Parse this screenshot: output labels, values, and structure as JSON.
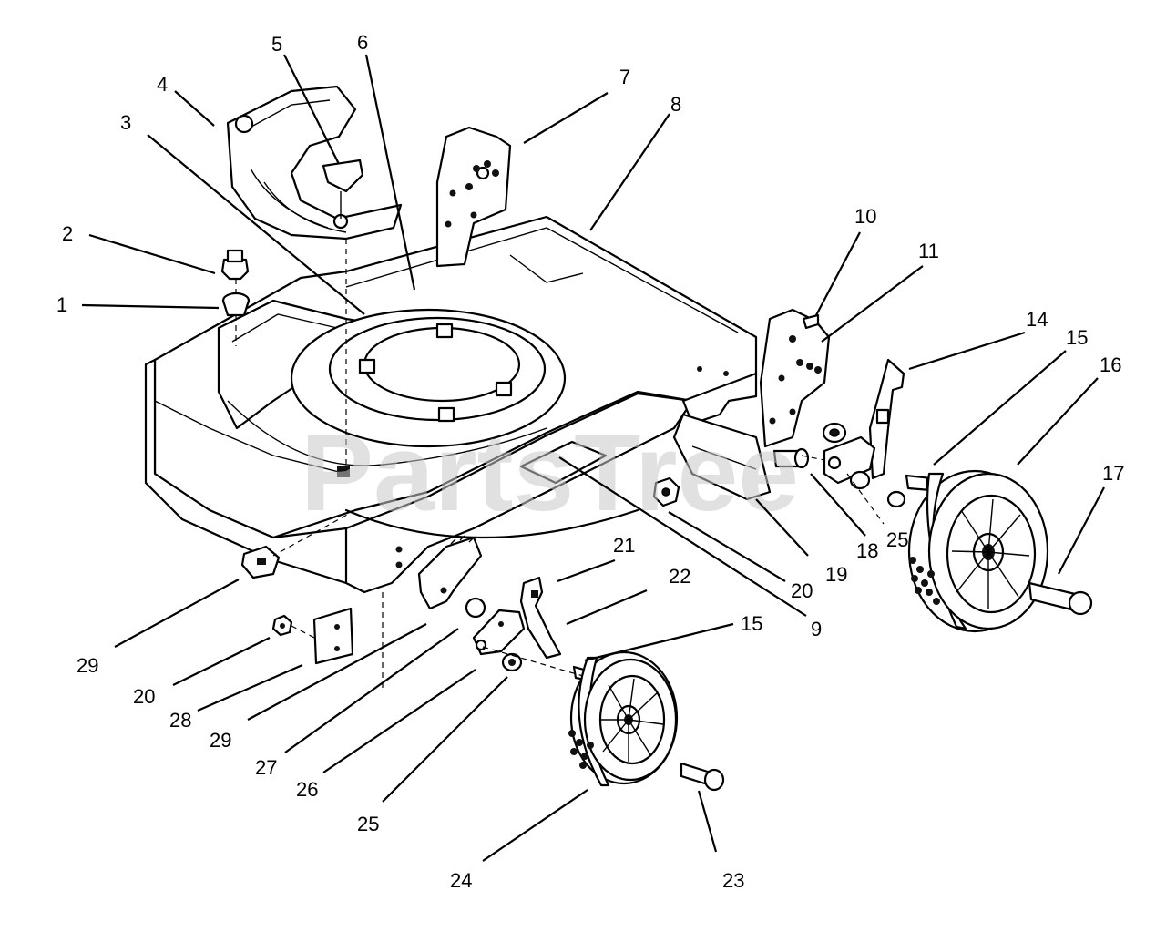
{
  "watermark": "PartsTree",
  "callouts": [
    {
      "id": "c1",
      "label": "1"
    },
    {
      "id": "c2",
      "label": "2"
    },
    {
      "id": "c3",
      "label": "3"
    },
    {
      "id": "c4",
      "label": "4"
    },
    {
      "id": "c5",
      "label": "5"
    },
    {
      "id": "c6",
      "label": "6"
    },
    {
      "id": "c7",
      "label": "7"
    },
    {
      "id": "c8",
      "label": "8"
    },
    {
      "id": "c9",
      "label": "9"
    },
    {
      "id": "c10",
      "label": "10"
    },
    {
      "id": "c11",
      "label": "11"
    },
    {
      "id": "c14",
      "label": "14"
    },
    {
      "id": "c15a",
      "label": "15"
    },
    {
      "id": "c16",
      "label": "16"
    },
    {
      "id": "c17",
      "label": "17"
    },
    {
      "id": "c18",
      "label": "18"
    },
    {
      "id": "c19",
      "label": "19"
    },
    {
      "id": "c20a",
      "label": "20"
    },
    {
      "id": "c25a",
      "label": "25"
    },
    {
      "id": "c21",
      "label": "21"
    },
    {
      "id": "c22",
      "label": "22"
    },
    {
      "id": "c15b",
      "label": "15"
    },
    {
      "id": "c29a",
      "label": "29"
    },
    {
      "id": "c20b",
      "label": "20"
    },
    {
      "id": "c28",
      "label": "28"
    },
    {
      "id": "c29b",
      "label": "29"
    },
    {
      "id": "c27",
      "label": "27"
    },
    {
      "id": "c26",
      "label": "26"
    },
    {
      "id": "c25b",
      "label": "25"
    },
    {
      "id": "c24",
      "label": "24"
    },
    {
      "id": "c23",
      "label": "23"
    }
  ]
}
